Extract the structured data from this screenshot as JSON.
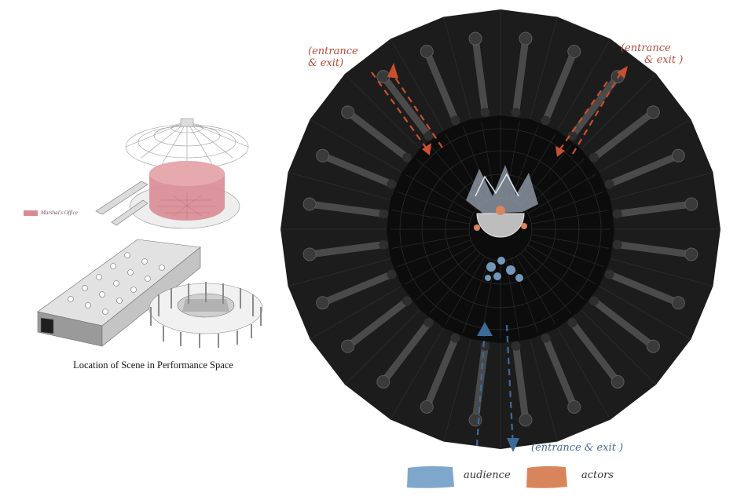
{
  "caption": "Location of Scene in Performance Space",
  "mini_legend": {
    "label": "Marshal's Office",
    "color": "#d98b93"
  },
  "annotations": {
    "top_left": {
      "line1": "(entrance",
      "line2": "& exit)"
    },
    "top_right": {
      "line1": "(entrance",
      "line2": "& exit )"
    },
    "bottom": "(entrance & exit )"
  },
  "legend": {
    "audience": {
      "label": "audience",
      "color": "#7fa7cc"
    },
    "actors": {
      "label": "actors",
      "color": "#d9855c"
    }
  },
  "colors": {
    "arrow_red": "#c9502e",
    "arrow_blue": "#3d6b97",
    "stage_dark": "#1a1a1a"
  }
}
